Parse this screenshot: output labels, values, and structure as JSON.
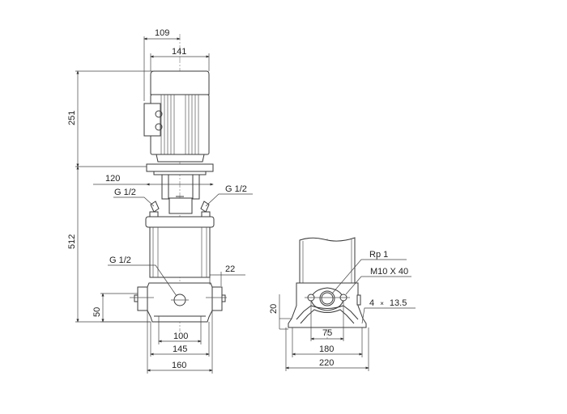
{
  "drawing": {
    "title": "Vertical multistage pump dimensional drawing",
    "views": {
      "front": {
        "dimensions": {
          "top_width_offset": "109",
          "motor_width": "141",
          "motor_height": "251",
          "pump_height": "512",
          "flange_width": "120",
          "port_left_upper": "G 1/2",
          "port_right_upper": "G 1/2",
          "port_lower": "G 1/2",
          "base_height": "50",
          "flange_offset": "22",
          "inner_width": "100",
          "mid_width": "145",
          "outer_width": "160"
        }
      },
      "side": {
        "dimensions": {
          "port": "Rp 1",
          "bolt": "M10 X 40",
          "holes": "4",
          "hole_sep": "×",
          "hole_dia": "13.5",
          "foot_height": "20",
          "hole_spacing": "75",
          "foot_inner": "180",
          "foot_outer": "220"
        }
      }
    }
  }
}
